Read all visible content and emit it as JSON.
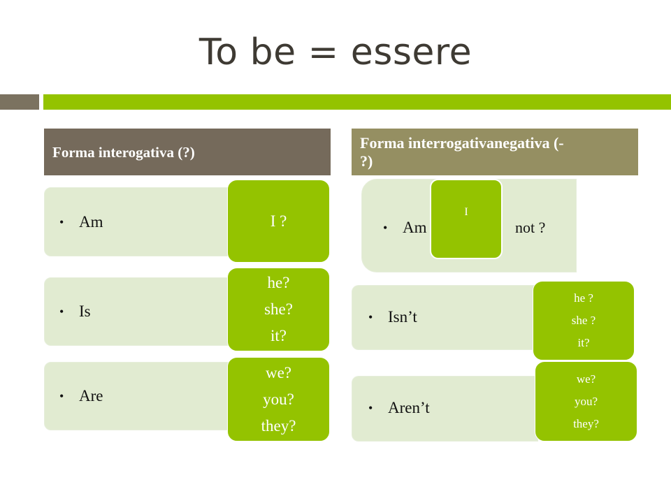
{
  "title": "To be = essere",
  "left_column": {
    "header": "Forma interogativa (?)",
    "rows": [
      {
        "verb": "Am",
        "pronouns": [
          "I ?"
        ]
      },
      {
        "verb": "Is",
        "pronouns": [
          "he?",
          "she?",
          "it?"
        ]
      },
      {
        "verb": "Are",
        "pronouns": [
          "we?",
          "you?",
          "they?"
        ]
      }
    ]
  },
  "right_column": {
    "header_line1": "Forma  interrogativanegativa (-",
    "header_line2": "?)",
    "rows": [
      {
        "verb": "Am",
        "pronouns": [
          "I"
        ],
        "suffix": "not ?"
      },
      {
        "verb": "Isn’t",
        "pronouns": [
          "he ?",
          "she ?",
          "it?"
        ]
      },
      {
        "verb": "Aren’t",
        "pronouns": [
          "we?",
          "you?",
          "they?"
        ]
      }
    ]
  },
  "bullet": "•",
  "colors": {
    "accent_green": "#94c300",
    "accent_brown": "#7b7260",
    "header_left": "#756a5b",
    "header_right": "#958f62",
    "row_bg": "#e1ebd1"
  }
}
